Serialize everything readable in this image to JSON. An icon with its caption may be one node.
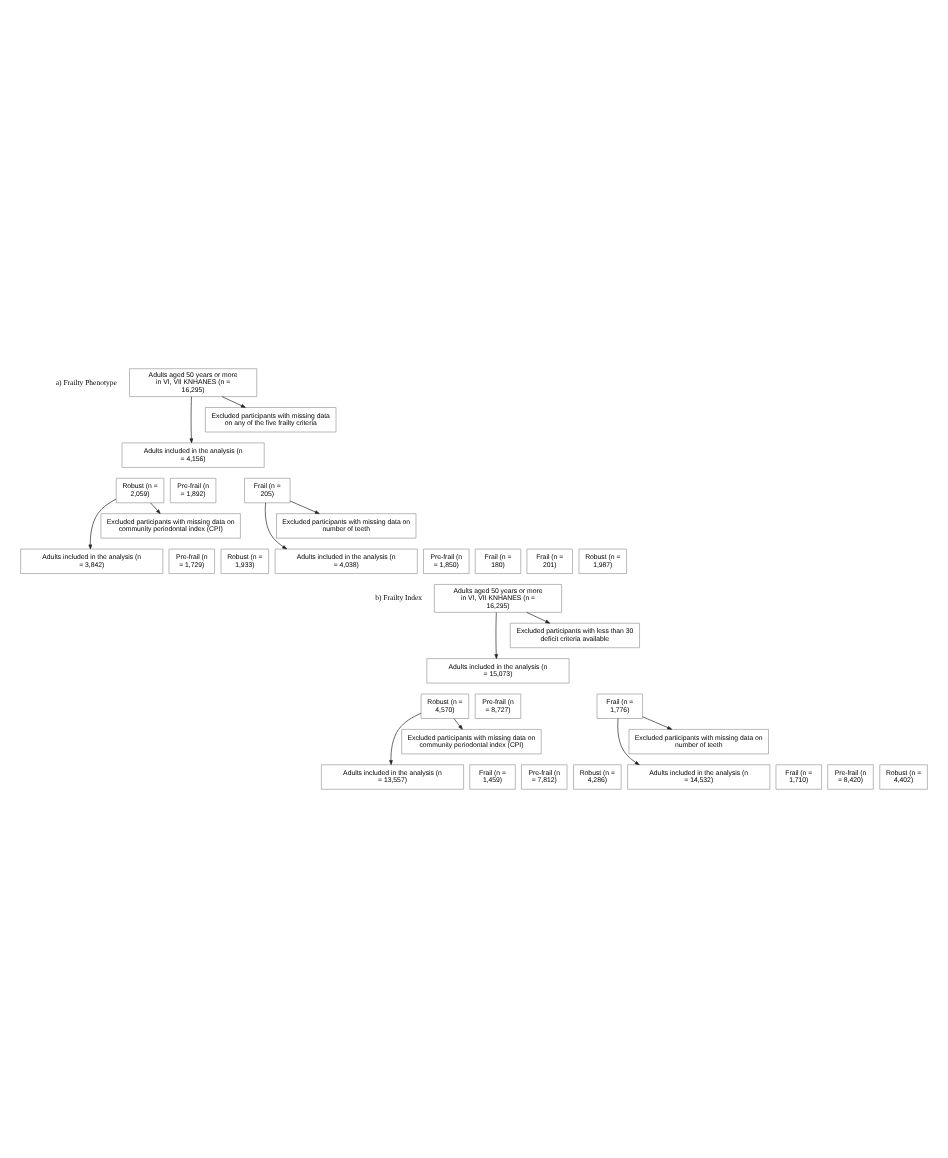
{
  "diagram": {
    "nodes": [
      {
        "text": [
          "Adults aged 50 years or more in VI, VII KNHANES (n = 16,295)"
        ]
      },
      {
        "text": [
          "Excluded participants with missing data on any of the five frailty criteria"
        ]
      },
      {
        "text": [
          "Adults included in the analysis (n = 4,156)"
        ]
      },
      {
        "text": [
          "Robust (n = 2,059)"
        ]
      },
      {
        "text": [
          "Pre-frail (n = 1,892)"
        ]
      },
      {
        "text": [
          "Frail (n = 205)"
        ]
      },
      {
        "text": [
          "Excluded participants with missing data on community periodontal index (CPI)"
        ]
      },
      {
        "text": [
          "Excluded participants with missing data on number of teeth"
        ]
      },
      {
        "text": [
          "Adults included in the analysis (n = 3,842)"
        ]
      },
      {
        "text": [
          "Robust (n = 1,933)"
        ]
      },
      {
        "text": [
          "Pre-frail (n = 1,729)"
        ]
      },
      {
        "text": [
          "Frail (n = 180)"
        ]
      },
      {
        "text": [
          "Adults included in the analysis (n = 4,038)"
        ]
      },
      {
        "text": [
          "Robust (n = 1,987)"
        ]
      },
      {
        "text": [
          "Pre-frail (n = 1,850)"
        ]
      },
      {
        "text": [
          "Frail (n = 201)"
        ]
      },
      {
        "text": [
          "Adults aged 50 years or more in VI, VII KNHANES (n = 16,295)"
        ]
      },
      {
        "text": [
          "Excluded participants with less than 30 deficit criteria available"
        ]
      },
      {
        "text": [
          "Adults included in the analysis (n = 15,073)"
        ]
      },
      {
        "text": [
          "Robust (n = 4,570)"
        ]
      },
      {
        "text": [
          "Pre-frail (n = 8,727)"
        ]
      },
      {
        "text": [
          "Frail (n = 1,776)"
        ]
      },
      {
        "text": [
          "Excluded participants with missing data on community periodontal index (CPI)"
        ]
      },
      {
        "text": [
          "Excluded participants with missing data on number of teeth"
        ]
      },
      {
        "text": [
          "Adults included in the analysis (n = 13,557)"
        ]
      },
      {
        "text": [
          "Robust (n = 4,286)"
        ]
      },
      {
        "text": [
          "Pre-frail (n = 7,812)"
        ]
      },
      {
        "text": [
          "Frail (n = 1,459)"
        ]
      },
      {
        "text": [
          "Adults included in the analysis (n = 14,532)"
        ]
      },
      {
        "text": [
          "Robust (n = 4,402)"
        ]
      },
      {
        "text": [
          "Pre-frail (n = 8,420)"
        ]
      },
      {
        "text": [
          "Frail (n = 1,710)"
        ]
      }
    ],
    "edges": [
      {
        "from": 0,
        "to": 1,
        "arrow": "to"
      },
      {
        "from": 0,
        "to": 2,
        "arrow": "to"
      },
      {
        "from": 3,
        "to": 6,
        "arrow": "to"
      },
      {
        "from": 3,
        "to": 8,
        "arrow": "to"
      },
      {
        "from": 5,
        "to": 7,
        "arrow": "to"
      },
      {
        "from": 5,
        "to": 12,
        "arrow": "to"
      },
      {
        "from": 16,
        "to": 17,
        "arrow": "to"
      },
      {
        "from": 16,
        "to": 18,
        "arrow": "to"
      },
      {
        "from": 19,
        "to": 22,
        "arrow": "to"
      },
      {
        "from": 19,
        "to": 24,
        "arrow": "to"
      },
      {
        "from": 21,
        "to": 23,
        "arrow": "to"
      },
      {
        "from": 21,
        "to": 28,
        "arrow": "to"
      }
    ],
    "labels": [
      "a) Frailty Phenotype",
      "b) Frailty Index"
    ]
  }
}
